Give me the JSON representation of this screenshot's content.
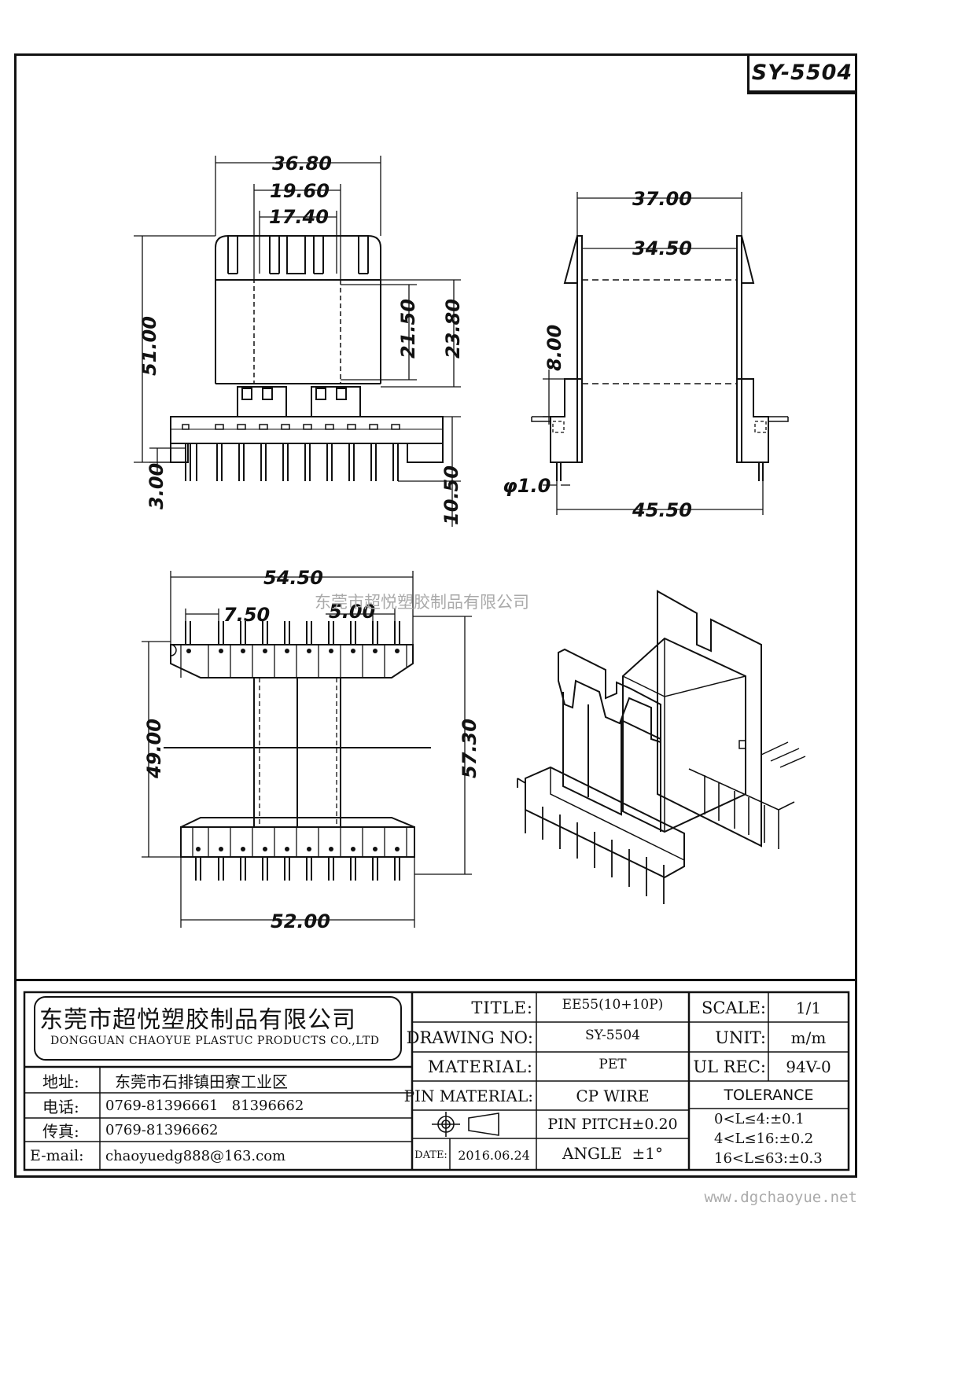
{
  "drawing_code": "SY-5504",
  "watermark_company": "东莞市超悦塑胶制品有限公司",
  "website": "www.dgchaoyue.net",
  "dimensions": {
    "front": {
      "w_3680": "36.80",
      "w_1960": "19.60",
      "w_1740": "17.40",
      "h_5100": "51.00",
      "h_2150": "21.50",
      "h_2380": "23.80",
      "h_300": "3.00",
      "h_1050": "10.50"
    },
    "side": {
      "w_3700": "37.00",
      "w_3450": "34.50",
      "h_800": "8.00",
      "pin_dia": "φ1.0",
      "w_4550": "45.50"
    },
    "bottom": {
      "w_5450": "54.50",
      "p_750": "7.50",
      "p_500": "5.00",
      "h_4900": "49.00",
      "h_5730": "57.30",
      "w_5200": "52.00"
    }
  },
  "company": {
    "name_cn": "东莞市超悦塑胶制品有限公司",
    "name_en": "DONGGUAN CHAOYUE PLASTUC PRODUCTS CO.,LTD"
  },
  "contact": [
    {
      "label": "地址:",
      "value": "东莞市石排镇田寮工业区"
    },
    {
      "label": "电话:",
      "value": "0769-81396661   81396662"
    },
    {
      "label": "传真:",
      "value": "0769-81396662"
    },
    {
      "label": "E-mail:",
      "value": "chaoyuedg888@163.com"
    }
  ],
  "spec": {
    "title_label": "TITLE:",
    "title_value": "EE55(10+10P)",
    "drawing_no_label": "DRAWING NO:",
    "drawing_no_value": "SY-5504",
    "material_label": "MATERIAL:",
    "material_value": "PET",
    "pin_material_label": "PIN MATERIAL:",
    "pin_material_value": "CP WIRE",
    "pin_pitch": "PIN PITCH±0.20",
    "angle": "ANGLE  ±1°",
    "date_label": "DATE:",
    "date_value": "2016.06.24",
    "scale_label": "SCALE:",
    "scale_value": "1/1",
    "unit_label": "UNIT:",
    "unit_value": "m/m",
    "ul_label": "UL REC:",
    "ul_value": "94V-0",
    "tolerance_label": "TOLERANCE",
    "tolerances": [
      "0<L≤4:±0.1",
      "4<L≤16:±0.2",
      "16<L≤63:±0.3"
    ]
  }
}
